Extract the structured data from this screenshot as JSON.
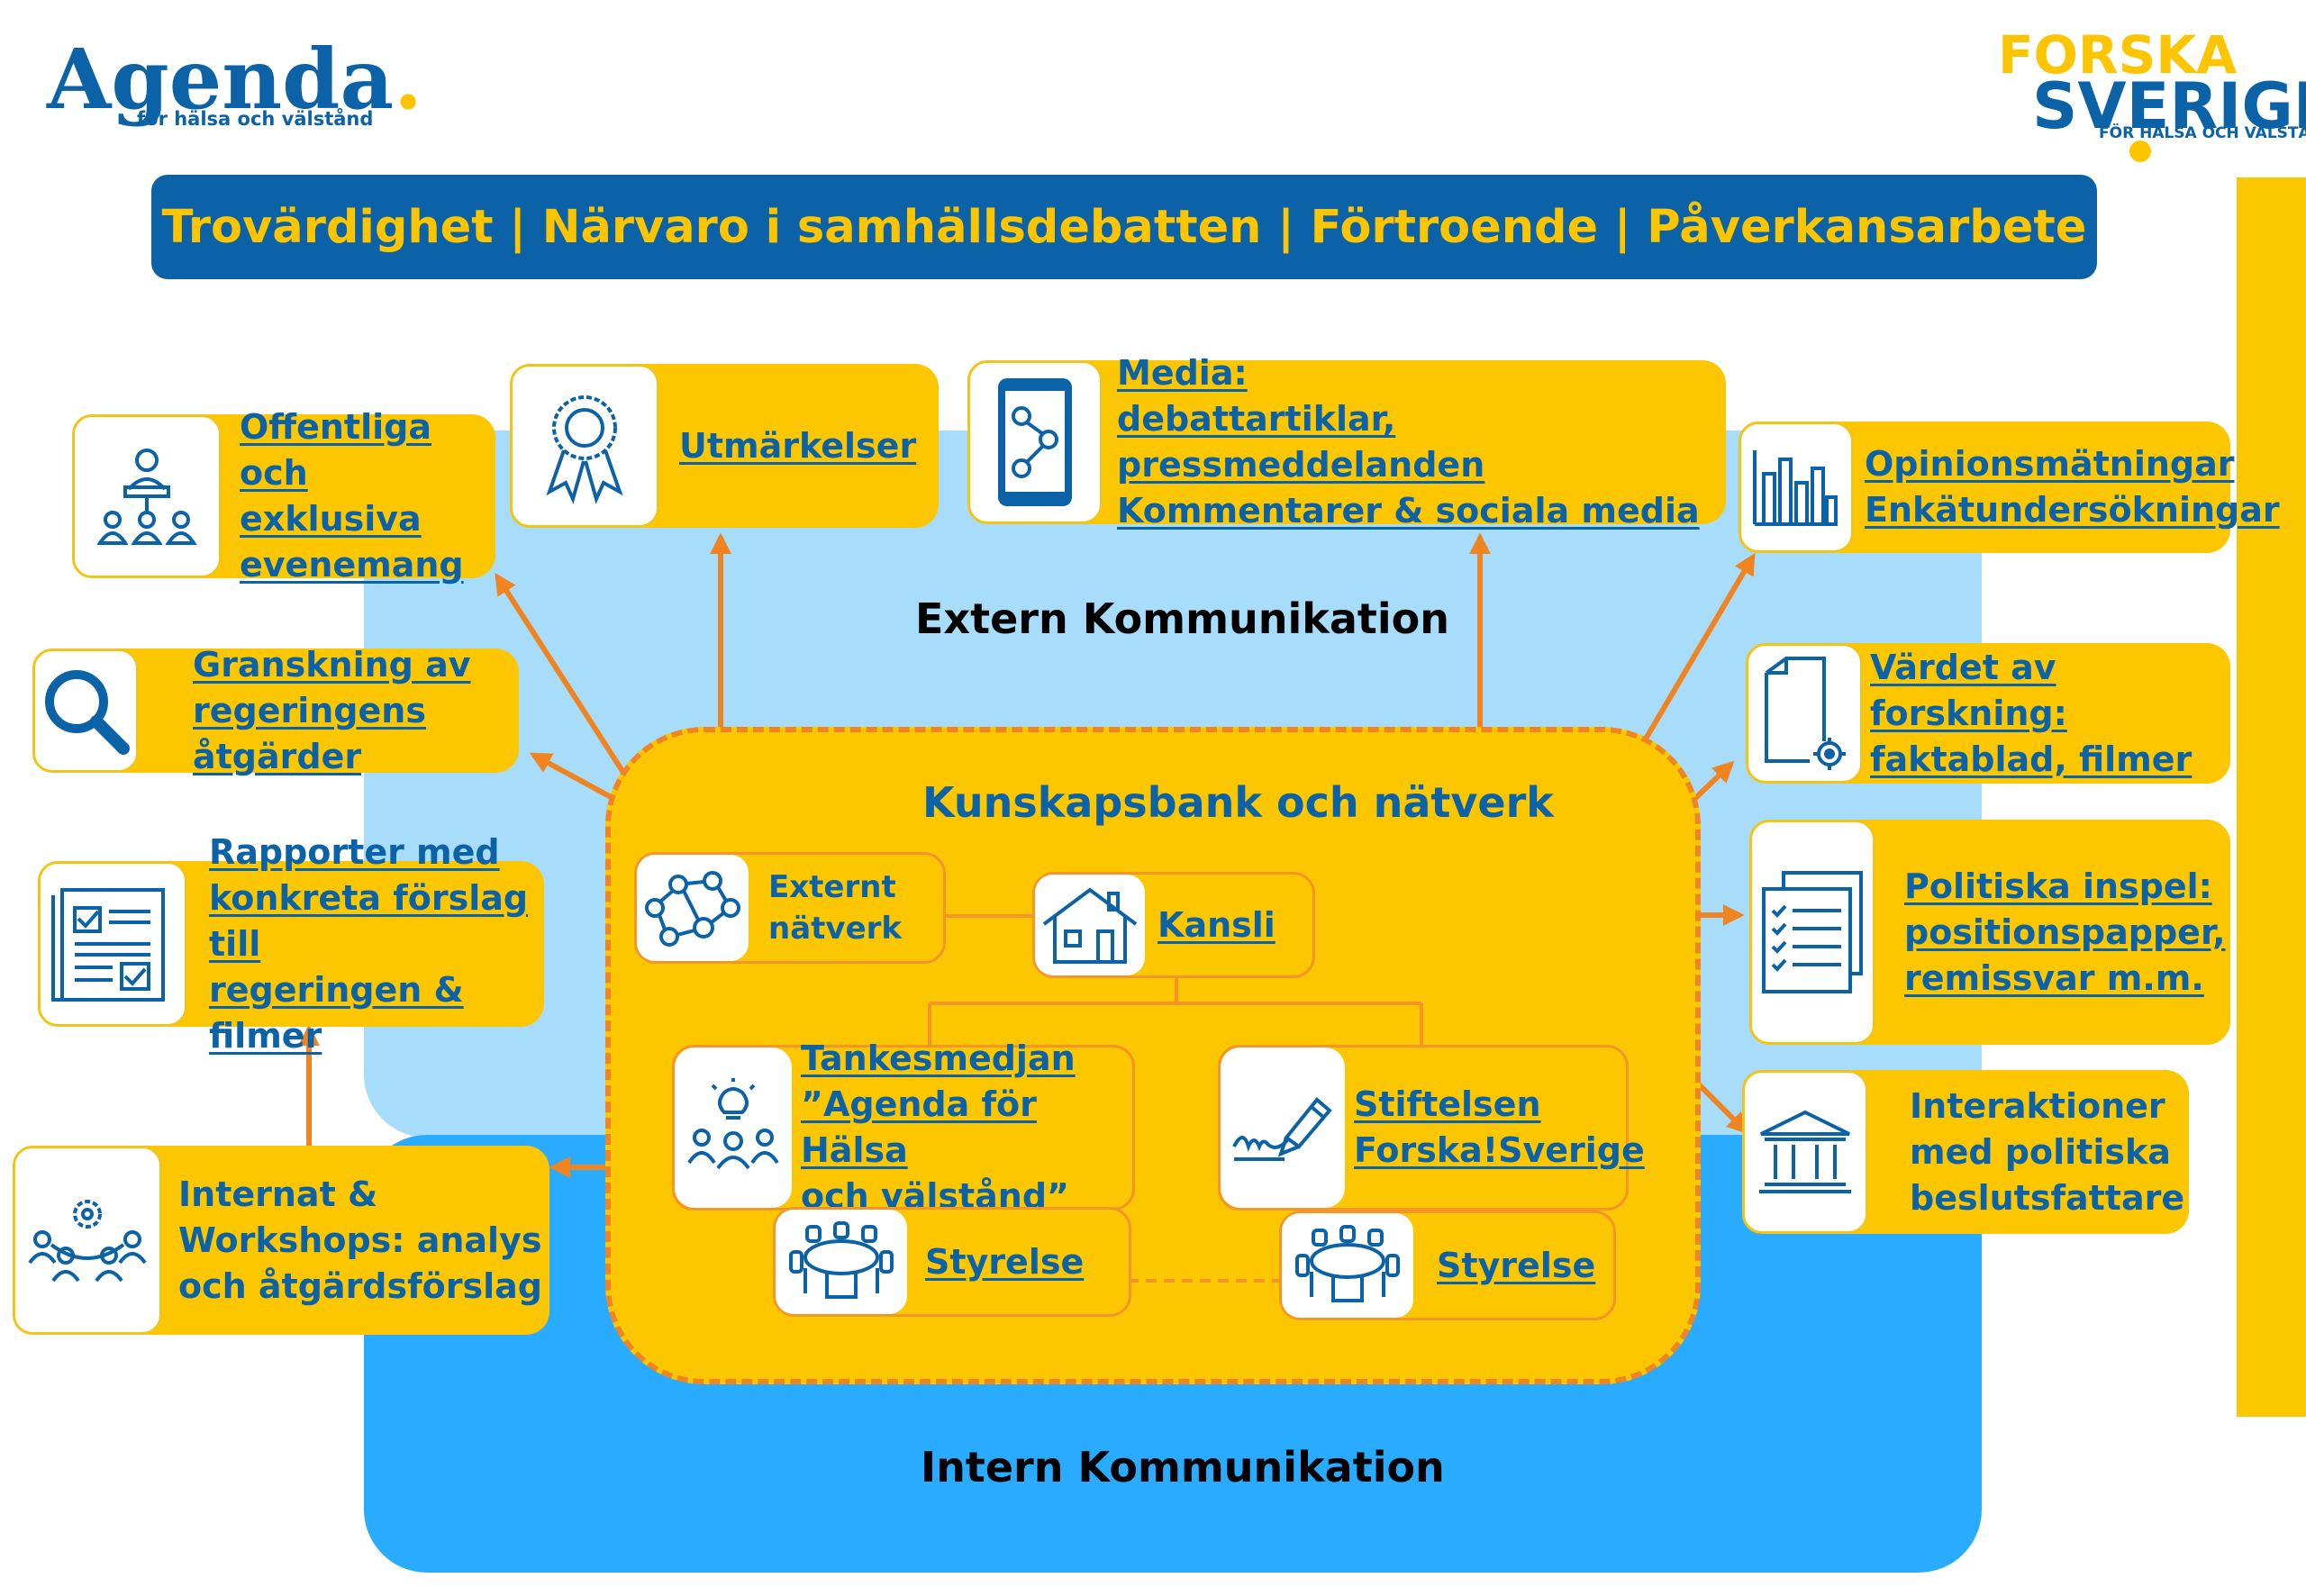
{
  "colors": {
    "blue": "#0b62a6",
    "yellow": "#fcc700",
    "orange": "#f08420",
    "light_blue": "#a8dcfb",
    "mid_blue": "#29abff"
  },
  "logos": {
    "agenda_word": "Agenda",
    "agenda_dot": ".",
    "agenda_sub": "för hälsa och välstånd",
    "forska_line1": "FORSKA",
    "forska_line2": "SVERIGE",
    "forska_line3": "FÖR HÄLSA OCH VÄLSTÅND"
  },
  "banner": "Trovärdighet | Närvaro i samhällsdebatten | Förtroende | Påverkansarbete",
  "sections": {
    "extern": "Extern Kommunikation",
    "intern": "Intern Kommunikation",
    "core_title": "Kunskapsbank och nätverk"
  },
  "cards": {
    "offentliga": {
      "text": "Offentliga\noch exklusiva\nevenemang",
      "icon": "presenter-audience-icon"
    },
    "utmarkelser": {
      "text": "Utmärkelser",
      "icon": "award-ribbon-icon"
    },
    "media": {
      "text": "Media:\ndebattartiklar, pressmeddelanden\nKommentarer & sociala media",
      "icon": "phone-network-icon"
    },
    "opinion": {
      "text": "Opinionsmätningar\nEnkätundersökningar",
      "icon": "bar-chart-icon"
    },
    "granskning": {
      "text": "Granskning av\nregeringens åtgärder",
      "icon": "magnifier-icon"
    },
    "vardet": {
      "text": "Värdet av forskning:\nfaktablad, filmer",
      "icon": "document-target-icon"
    },
    "rapporter": {
      "text": "Rapporter med\nkonkreta förslag till\nregeringen & filmer",
      "icon": "report-checklist-icon"
    },
    "politiska": {
      "text": "Politiska inspel:\npositionspapper,\nremissvar m.m.",
      "icon": "documents-checklist-icon"
    },
    "internat": {
      "text": "Internat &\nWorkshops: analys\noch åtgärdsförslag",
      "icon": "workshop-group-icon"
    },
    "interaktioner": {
      "text": "Interaktioner\nmed politiska\nbeslutsfattare",
      "icon": "government-building-icon"
    }
  },
  "inner": {
    "externt": {
      "text": "Externt\nnätverk",
      "icon": "network-people-icon"
    },
    "kansli": {
      "text": "Kansli",
      "icon": "house-icon"
    },
    "tankesmedjan": {
      "text": "Tankesmedjan\n”Agenda för Hälsa\noch välstånd”",
      "icon": "idea-team-icon"
    },
    "stiftelsen": {
      "text": "Stiftelsen\nForska!Sverige",
      "icon": "signature-pen-icon"
    },
    "styrelse_left": {
      "text": "Styrelse",
      "icon": "boardroom-table-icon"
    },
    "styrelse_right": {
      "text": "Styrelse",
      "icon": "boardroom-table-icon"
    }
  }
}
